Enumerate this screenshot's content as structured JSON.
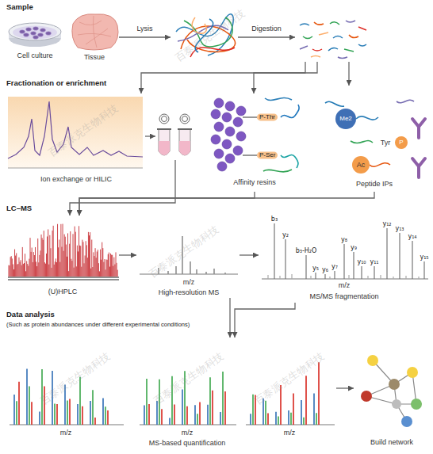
{
  "diagram": {
    "nodes": [
      {
        "text": [
          "Cell culture"
        ]
      },
      {
        "text": [
          "Tissue"
        ]
      },
      {
        "text": []
      },
      {
        "text": []
      },
      {
        "text": [
          "Ion exchange or HILIC"
        ]
      },
      {
        "text": []
      },
      {
        "text": [
          "P-Thr",
          "P-Ser",
          "Affinity resins"
        ]
      },
      {
        "text": [
          "Me2",
          "Ac",
          "Tyr",
          "P",
          "Peptide IPs"
        ]
      },
      {
        "text": [
          "(U)HPLC"
        ]
      },
      {
        "text": [
          "m/z",
          "High-resolution MS"
        ]
      },
      {
        "text": [
          "b₃",
          "y₂",
          "b₃-H₂O",
          "y₅",
          "y₆",
          "y₇",
          "y₈",
          "y₉",
          "y₁₀",
          "y₁₁",
          "y₁₂",
          "y₁₃",
          "y₁₄",
          "y₁₅",
          "m/z",
          "MS/MS fragmentation"
        ]
      },
      {
        "text": [
          "m/z"
        ]
      },
      {
        "text": [
          "m/z",
          "MS-based quantification"
        ]
      },
      {
        "text": [
          "m/z"
        ]
      },
      {
        "text": [
          "Build network"
        ]
      }
    ],
    "edges": [
      {
        "from": 1,
        "to": 2,
        "arrow": "to",
        "label": "Lysis"
      },
      {
        "from": 2,
        "to": 3,
        "arrow": "to",
        "label": "Digestion"
      },
      {
        "from": 3,
        "to": 4,
        "arrow": "to"
      },
      {
        "from": 3,
        "to": 6,
        "arrow": "to"
      },
      {
        "from": 3,
        "to": 7,
        "arrow": "to"
      },
      {
        "from": 4,
        "to": 5,
        "arrow": "to"
      },
      {
        "from": 5,
        "to": 8,
        "arrow": "to"
      },
      {
        "from": 6,
        "to": 8,
        "arrow": "to"
      },
      {
        "from": 7,
        "to": 8,
        "arrow": "to"
      },
      {
        "from": 8,
        "to": 9,
        "arrow": "to"
      },
      {
        "from": 9,
        "to": 10,
        "arrow": "to"
      },
      {
        "from": 9,
        "to": 12,
        "arrow": "to"
      },
      {
        "from": 10,
        "to": 12,
        "arrow": "to"
      },
      {
        "from": 13,
        "to": 14,
        "arrow": "to"
      }
    ],
    "labels": [
      "Sample",
      "Fractionation or enrichment",
      "LC–MS",
      "Data analysis",
      "(Such as protein abundances under different experimental conditions)",
      "百泰派克生物科技",
      "百泰派克生物科技",
      "百泰派克生物科技",
      "百泰派克生物科技",
      "百泰派克生物科技",
      "百泰派克生物科技"
    ]
  }
}
